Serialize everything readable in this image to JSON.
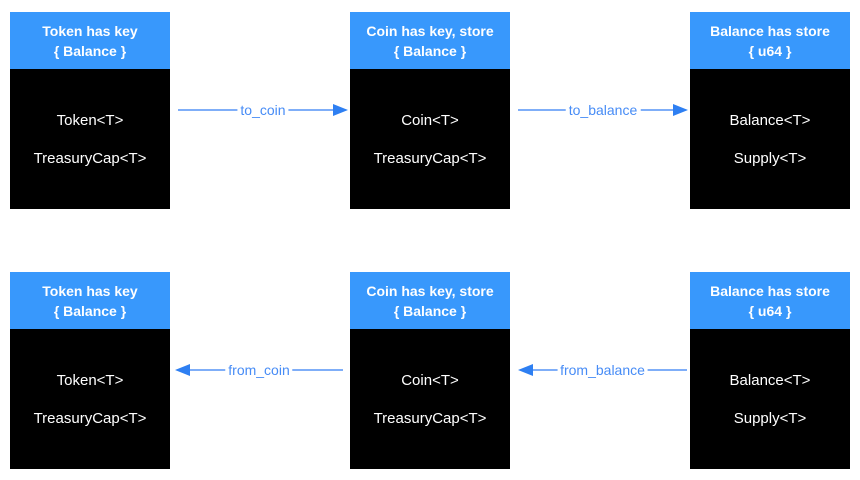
{
  "colors": {
    "header_blue": "#3898FC",
    "body_black": "#000000",
    "arrow_line": "#7FAEF8",
    "arrow_label_text": "#478CF6",
    "arrow_head": "#2E7FF2",
    "header_text": "#FFFFFF",
    "body_text": "#FFFFFF",
    "canvas_bg": "#FFFFFF"
  },
  "boxes": [
    {
      "id": "token-top",
      "header_line1": "Token has key",
      "header_line2": "{ Balance }",
      "fields": [
        "Token<T>",
        "TreasuryCap<T>"
      ]
    },
    {
      "id": "coin-top",
      "header_line1": "Coin has key, store",
      "header_line2": "{ Balance }",
      "fields": [
        "Coin<T>",
        "TreasuryCap<T>"
      ]
    },
    {
      "id": "balance-top",
      "header_line1": "Balance has store",
      "header_line2": "{ u64 }",
      "fields": [
        "Balance<T>",
        "Supply<T>"
      ]
    },
    {
      "id": "token-bottom",
      "header_line1": "Token has key",
      "header_line2": "{ Balance }",
      "fields": [
        "Token<T>",
        "TreasuryCap<T>"
      ]
    },
    {
      "id": "coin-bottom",
      "header_line1": "Coin has key, store",
      "header_line2": "{ Balance }",
      "fields": [
        "Coin<T>",
        "TreasuryCap<T>"
      ]
    },
    {
      "id": "balance-bottom",
      "header_line1": "Balance has store",
      "header_line2": "{ u64 }",
      "fields": [
        "Balance<T>",
        "Supply<T>"
      ]
    }
  ],
  "arrows": [
    {
      "label": "to_coin",
      "direction": "right"
    },
    {
      "label": "to_balance",
      "direction": "right"
    },
    {
      "label": "from_coin",
      "direction": "left"
    },
    {
      "label": "from_balance",
      "direction": "left"
    }
  ]
}
